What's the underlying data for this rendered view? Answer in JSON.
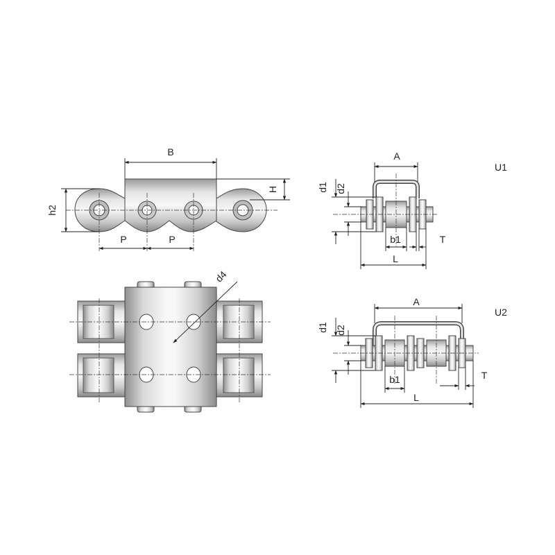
{
  "labels": {
    "B": "B",
    "H": "H",
    "h2": "h2",
    "P1": "P",
    "P2": "P",
    "d4": "d4",
    "A1": "A",
    "d1_1": "d1",
    "d2_1": "d2",
    "b1_1": "b1",
    "T1": "T",
    "L1": "L",
    "U1": "U1",
    "A2": "A",
    "d1_2": "d1",
    "d2_2": "d2",
    "b1_2": "b1",
    "T2": "T",
    "L2": "L",
    "U2": "U2"
  },
  "colors": {
    "metal_light": "#f2f2f2",
    "metal_mid": "#c8c8c8",
    "metal_dark": "#8e8e8e",
    "line": "#222222"
  }
}
